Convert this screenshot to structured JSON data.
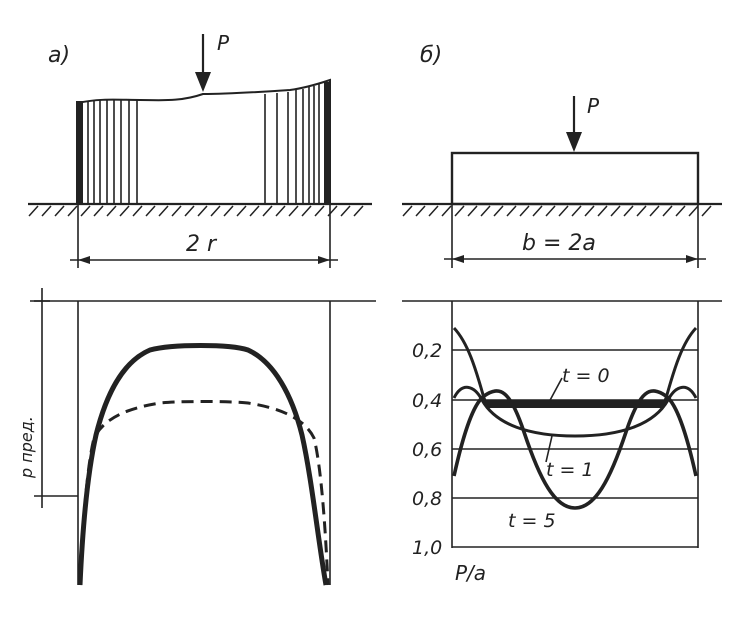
{
  "panel_a": {
    "label": "а)",
    "load_label": "P",
    "dimension_label": "2 r",
    "pressure_label": "p пред."
  },
  "panel_b": {
    "label": "б)",
    "load_label": "P",
    "dimension_label": "b = 2a",
    "x_axis_label": "P/a",
    "tick_labels": [
      "0,2",
      "0,4",
      "0,6",
      "0,8",
      "1,0"
    ],
    "curve_labels": [
      "t = 0",
      "t = 1",
      "t = 5"
    ]
  }
}
